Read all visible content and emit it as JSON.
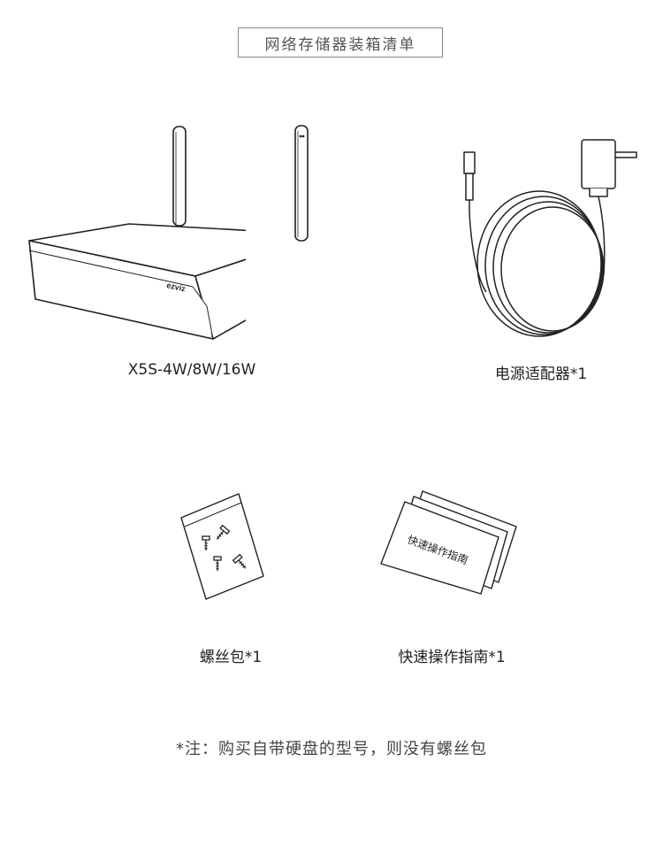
{
  "title": "网络存储器装箱清单",
  "items": [
    {
      "label": "X5S-4W/8W/16W",
      "icon": "nvr-device"
    },
    {
      "label": "电源适配器*1",
      "icon": "power-adapter"
    },
    {
      "label": "螺丝包*1",
      "icon": "screw-pack"
    },
    {
      "label": "快速操作指南*1",
      "icon": "quick-guide"
    }
  ],
  "device_logo": "ezviz",
  "guide_cover_text": "快速操作指南",
  "footnote": "*注：购买自带硬盘的型号，则没有螺丝包"
}
